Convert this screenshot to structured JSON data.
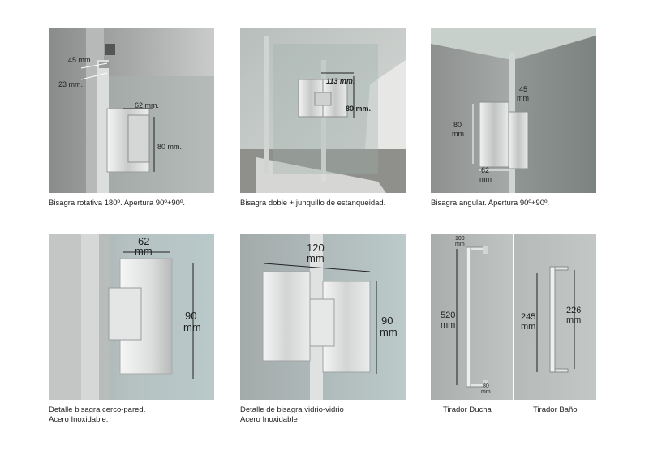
{
  "captions": {
    "p1": "Bisagra rotativa 180º. Apertura 90º+90º.",
    "p2": "Bisagra doble + junquillo de estanqueidad.",
    "p3": "Bisagra angular. Apertura 90º+90º.",
    "p4_line1": "Detalle bisagra cerco-pared.",
    "p4_line2": "Acero Inoxidable.",
    "p5_line1": "Detalle de bisagra vidrio-vidrio",
    "p5_line2": "Acero Inoxidable",
    "p6a": "Tirador Ducha",
    "p6b": "Tirador Baño"
  },
  "dimensions": {
    "p1_a": "45 mm.",
    "p1_b": "23 mm.",
    "p1_c": "62 mm.",
    "p1_d": "80 mm.",
    "p2_a": "113 mm.",
    "p2_b": "80 mm.",
    "p3_a_l1": "45",
    "p3_a_l2": "mm",
    "p3_b_l1": "80",
    "p3_b_l2": "mm",
    "p3_c_l1": "62",
    "p3_c_l2": "mm",
    "p4_a_l1": "62",
    "p4_a_l2": "mm",
    "p4_b_l1": "90",
    "p4_b_l2": "mm",
    "p5_a_l1": "120",
    "p5_a_l2": "mm",
    "p5_b_l1": "90",
    "p5_b_l2": "mm",
    "p6_a_l1": "100",
    "p6_a_l2": "mm",
    "p6_b_l1": "520",
    "p6_b_l2": "mm",
    "p6_c_l1": "80",
    "p6_c_l2": "mm",
    "p6_d_l1": "245",
    "p6_d_l2": "mm",
    "p6_e_l1": "226",
    "p6_e_l2": "mm"
  }
}
